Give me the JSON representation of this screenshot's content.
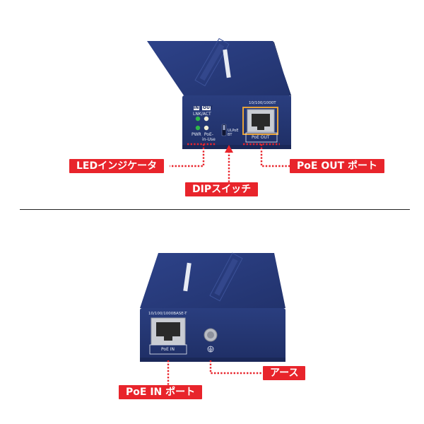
{
  "top_device": {
    "led_header_in": "IN",
    "led_header_out": "OUT",
    "led_label_lnk": "LNK/ACT",
    "led_label_pwr": "PWR",
    "led_label_poe": "PoE-\nin-Use",
    "port_speed": "10/100/1000T",
    "port_label": "PoE OUT",
    "switch_label": "ULPoE\nBT"
  },
  "bottom_device": {
    "port_speed": "10/100/1000BASE-T",
    "port_label": "PoE IN"
  },
  "callouts": {
    "led_indicator": "LEDインジケータ",
    "dip_switch": "DIPスイッチ",
    "poe_out_port": "PoE OUT ポート",
    "poe_in_port": "PoE IN ポート",
    "earth": "アース"
  },
  "colors": {
    "callout_red": "#e8242b",
    "device_blue": "#27397a",
    "led_green": "#2fb84a"
  }
}
